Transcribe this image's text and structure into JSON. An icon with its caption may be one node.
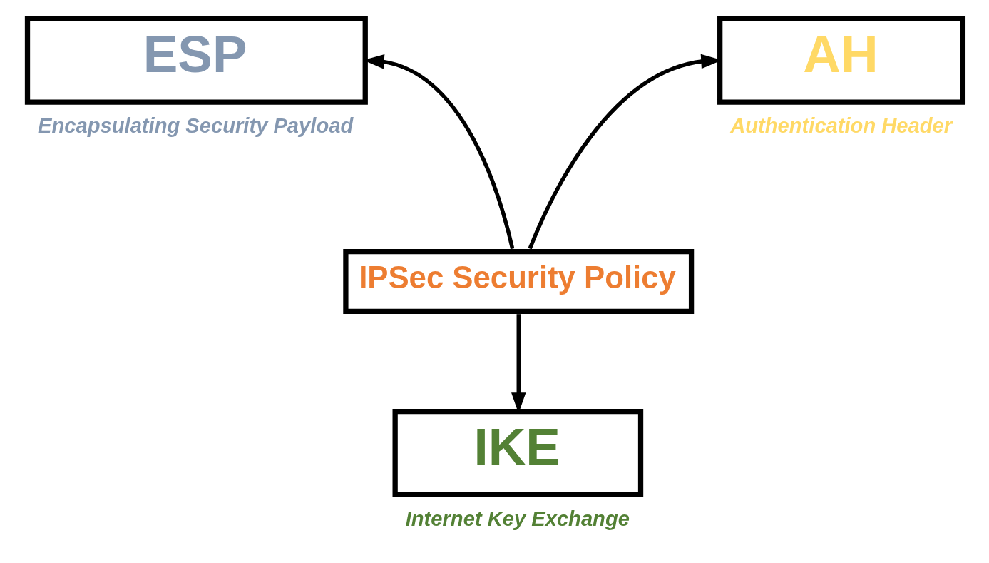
{
  "diagram": {
    "nodes": [
      {
        "text": [
          "ESP"
        ],
        "beside": [
          "Encapsulating Security Payload"
        ]
      },
      {
        "text": [
          "AH"
        ],
        "beside": [
          "Authentication Header"
        ]
      },
      {
        "text": [
          "IPSec Security Policy"
        ]
      },
      {
        "text": [
          "IKE"
        ],
        "beside": [
          "Internet Key Exchange"
        ]
      }
    ],
    "edges": [
      {
        "from": 2,
        "to": 0,
        "arrow": "to"
      },
      {
        "from": 2,
        "to": 1,
        "arrow": "to"
      },
      {
        "from": 2,
        "to": 3,
        "arrow": "to"
      }
    ]
  }
}
